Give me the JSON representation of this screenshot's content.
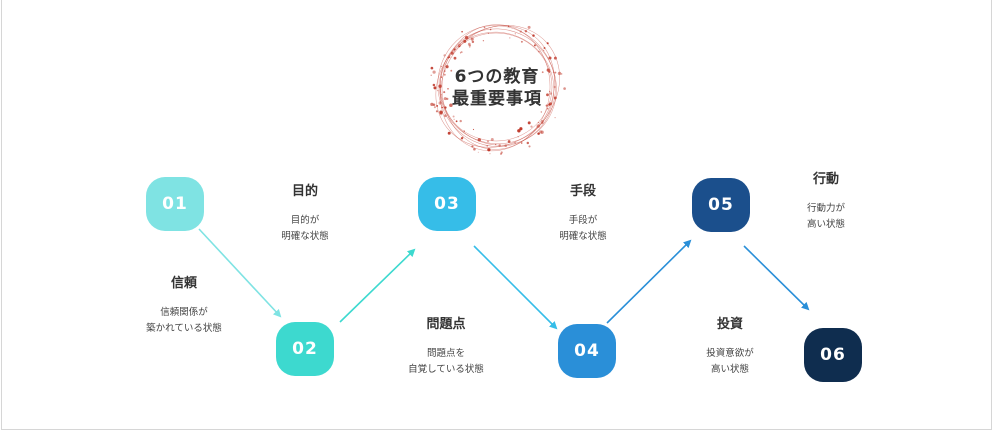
{
  "title": {
    "line1": "6つの教育",
    "line2": "最重要事項"
  },
  "steps": [
    {
      "num": "01",
      "heading": "信頼",
      "desc1": "信頼関係が",
      "desc2": "築かれている状態",
      "color": "#7fe3e3"
    },
    {
      "num": "02",
      "heading": "目的",
      "desc1": "目的が",
      "desc2": "明確な状態",
      "color": "#3dd9cf"
    },
    {
      "num": "03",
      "heading": "問題点",
      "desc1": "問題点を",
      "desc2": "自覚している状態",
      "color": "#36bde8"
    },
    {
      "num": "04",
      "heading": "手段",
      "desc1": "手段が",
      "desc2": "明確な状態",
      "color": "#2a8fd8"
    },
    {
      "num": "05",
      "heading": "投資",
      "desc1": "投資意欲が",
      "desc2": "高い状態",
      "color": "#1b4f8c"
    },
    {
      "num": "06",
      "heading": "行動",
      "desc1": "行動力が",
      "desc2": "高い状態",
      "color": "#0f2d4f"
    }
  ],
  "arrow_colors": [
    "#7fe3e3",
    "#3dd9cf",
    "#36bde8",
    "#2a8fd8",
    "#2a8fd8"
  ],
  "decor_color": "#c0392b"
}
